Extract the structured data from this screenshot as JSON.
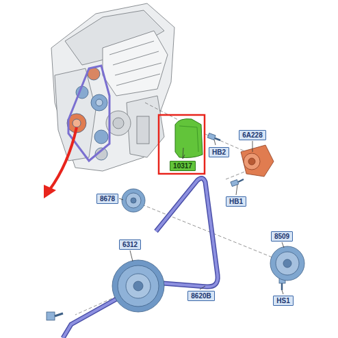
{
  "diagram": {
    "nodes": [
      {
        "text": [
          "6A228"
        ]
      },
      {
        "text": [
          "HB2"
        ]
      },
      {
        "text": [
          "10317"
        ]
      },
      {
        "text": [
          "8678"
        ]
      },
      {
        "text": [
          "HB1"
        ]
      },
      {
        "text": [
          "8509"
        ]
      },
      {
        "text": [
          "6312"
        ]
      },
      {
        "text": [
          "8620B"
        ]
      },
      {
        "text": [
          "HS1"
        ]
      }
    ]
  }
}
